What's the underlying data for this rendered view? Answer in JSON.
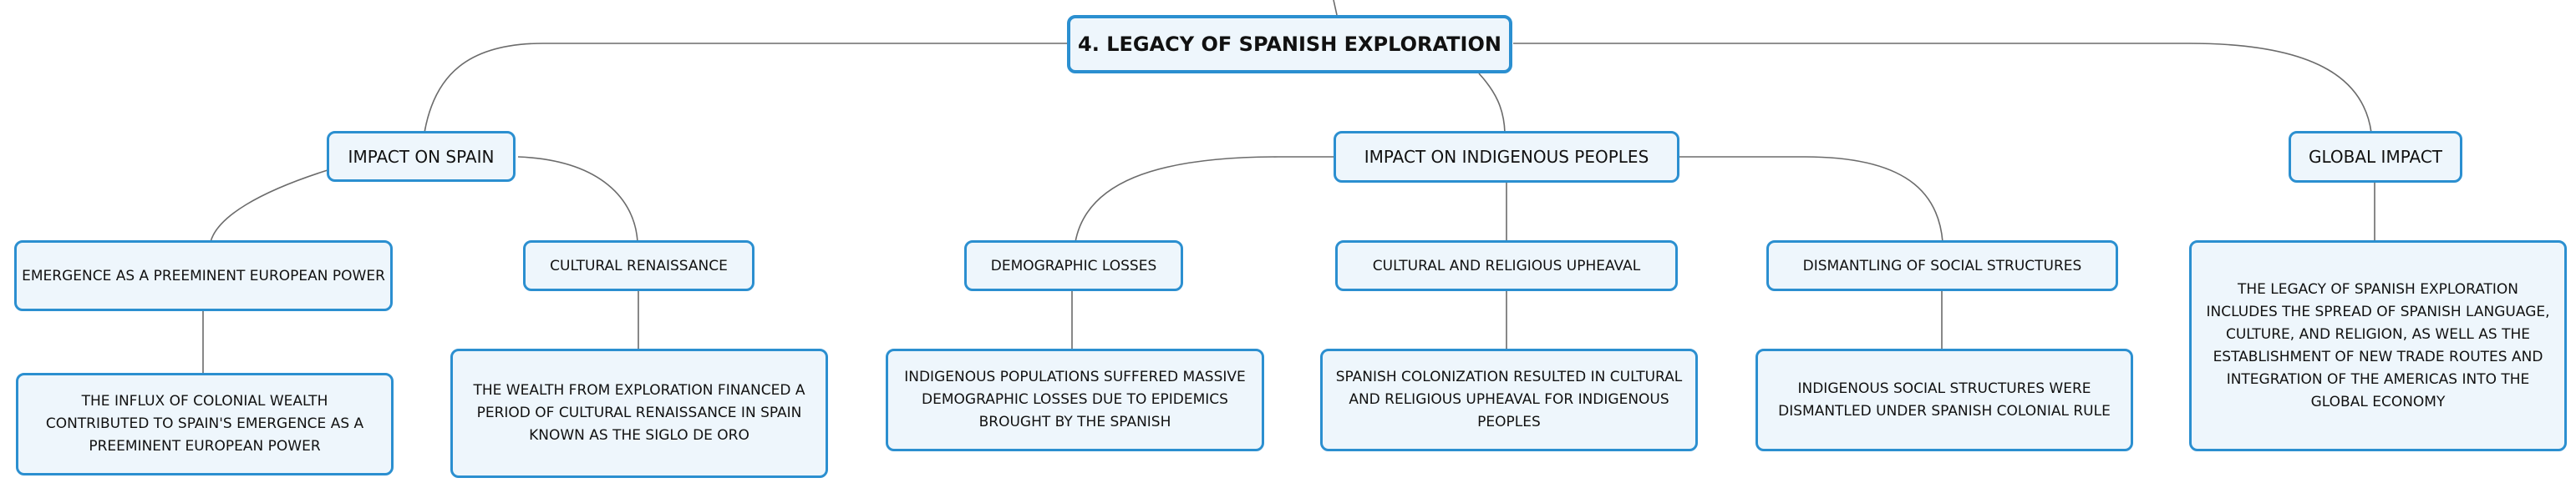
{
  "root": {
    "label": "4. LEGACY OF SPANISH EXPLORATION"
  },
  "branches": {
    "spain": {
      "label": "IMPACT ON SPAIN",
      "children": [
        {
          "label": "EMERGENCE AS A PREEMINENT EUROPEAN POWER",
          "detail": "THE INFLUX OF COLONIAL WEALTH CONTRIBUTED TO SPAIN'S EMERGENCE AS A PREEMINENT EUROPEAN POWER"
        },
        {
          "label": "CULTURAL RENAISSANCE",
          "detail": "THE WEALTH FROM EXPLORATION FINANCED A PERIOD OF CULTURAL RENAISSANCE IN SPAIN KNOWN AS THE SIGLO DE ORO"
        }
      ]
    },
    "indigenous": {
      "label": "IMPACT ON INDIGENOUS PEOPLES",
      "children": [
        {
          "label": "DEMOGRAPHIC LOSSES",
          "detail": "INDIGENOUS POPULATIONS SUFFERED MASSIVE DEMOGRAPHIC LOSSES DUE TO EPIDEMICS BROUGHT BY THE SPANISH"
        },
        {
          "label": "CULTURAL AND RELIGIOUS UPHEAVAL",
          "detail": "SPANISH COLONIZATION RESULTED IN CULTURAL AND RELIGIOUS UPHEAVAL FOR INDIGENOUS PEOPLES"
        },
        {
          "label": "DISMANTLING OF SOCIAL STRUCTURES",
          "detail": "INDIGENOUS SOCIAL STRUCTURES WERE DISMANTLED UNDER SPANISH COLONIAL RULE"
        }
      ]
    },
    "global": {
      "label": "GLOBAL IMPACT",
      "detail": "THE LEGACY OF SPANISH EXPLORATION INCLUDES THE SPREAD OF SPANISH LANGUAGE, CULTURE, AND RELIGION, AS WELL AS THE ESTABLISHMENT OF NEW TRADE ROUTES AND INTEGRATION OF THE AMERICAS INTO THE GLOBAL ECONOMY"
    }
  },
  "colors": {
    "node_border": "#2b8fd0",
    "node_fill": "#eef6fc",
    "connector": "#6b6b6b",
    "text": "#111111"
  }
}
